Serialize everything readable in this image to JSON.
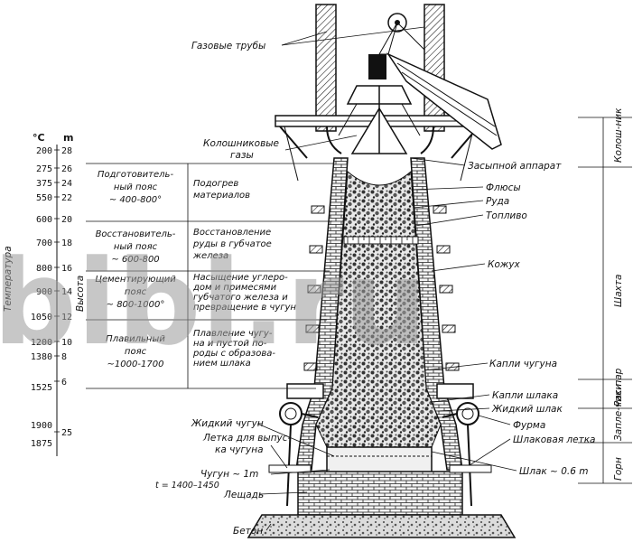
{
  "axes": {
    "temp_header": "°C",
    "height_header": "m",
    "temp_title": "Температура",
    "height_title": "Высота",
    "temps": [
      "200",
      "275",
      "375",
      "550",
      "600",
      "700",
      "800",
      "900",
      "1050",
      "1200",
      "1380",
      "1525",
      "1900",
      "1875"
    ],
    "heights": [
      "28",
      "26",
      "24",
      "22",
      "20",
      "18",
      "16",
      "14",
      "12",
      "10",
      "8",
      "6",
      "25"
    ]
  },
  "zones": [
    {
      "name": [
        "Подготовитель-",
        "ный пояс",
        "~ 400-800°"
      ],
      "process": [
        "Подогрев",
        "материалов"
      ]
    },
    {
      "name": [
        "Восстановитель-",
        "ный пояс",
        "~ 600-800"
      ],
      "process": [
        "Восстановление",
        "руды в губчатое",
        "железа"
      ]
    },
    {
      "name": [
        "Цементирующий",
        "пояс",
        "~ 800-1000°"
      ],
      "process": [
        "Насыщение углеро-",
        "дом и примесями",
        "губчатого железа и",
        "превращение в чугун"
      ]
    },
    {
      "name": [
        "Плавильный",
        "пояс",
        "~1000-1700"
      ],
      "process": [
        "Плавление чугу-",
        "на и пустой по-",
        "роды с образова-",
        "нием шлака"
      ]
    }
  ],
  "labels": {
    "gas_pipes": "Газовые трубы",
    "top_gases": [
      "Колошниковые",
      "газы"
    ],
    "charging_device": "Засыпной аппарат",
    "flux": "Флюсы",
    "ore": "Руда",
    "fuel": "Топливо",
    "casing": "Кожух",
    "iron_drops": "Капли чугуна",
    "slag_drops": "Капли шлака",
    "liquid_slag": "Жидкий шлак",
    "tuyere": "Фурма",
    "slag_notch": "Шлаковая летка",
    "slag_level": "Шлак ~ 0.6 m",
    "liquid_iron": "Жидкий чугун",
    "tap_hole": [
      "Летка для выпус-",
      "ка чугуна"
    ],
    "iron_level": "Чугун ~ 1m",
    "iron_temp": "t = 1400–1450",
    "hearth_bottom": "Лещадь",
    "concrete": "Бетон"
  },
  "sections": {
    "throat": "Колош-ник",
    "shaft": "Шахта",
    "bosh": "Рас-пар",
    "bosh2": "Запле-чики",
    "hearth": "Горн"
  },
  "watermark": "bibl.ru"
}
